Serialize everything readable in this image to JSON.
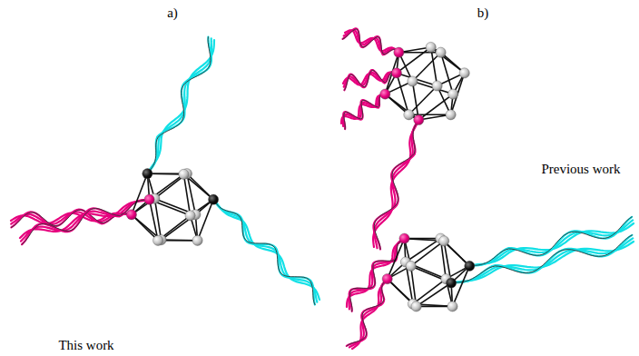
{
  "diagram": {
    "labels": [
      "a)",
      "b)",
      "This work",
      "Previous work"
    ]
  }
}
